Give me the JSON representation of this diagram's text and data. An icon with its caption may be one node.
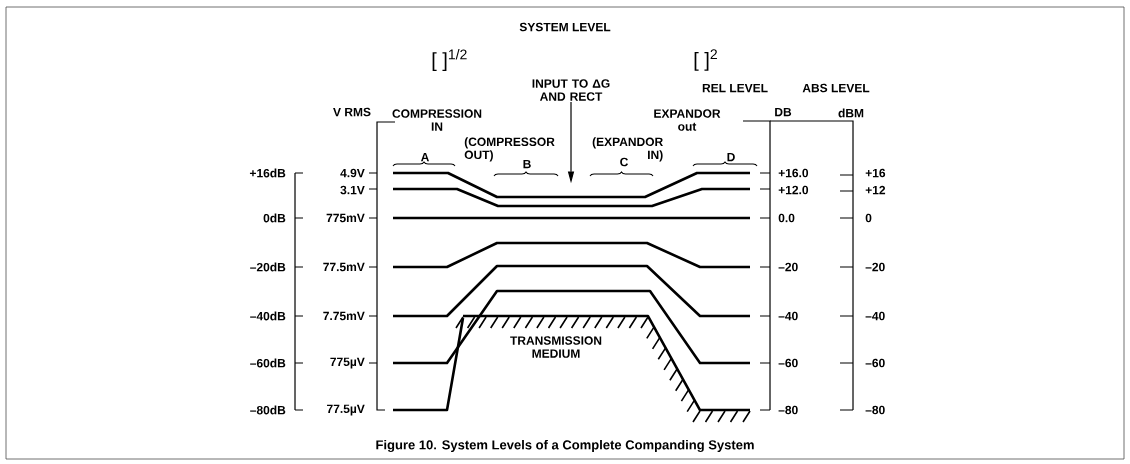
{
  "diagram": {
    "title": "SYSTEM LEVEL",
    "caption": "Figure 10. System Levels of a Complete Companding System",
    "nodes": [
      {
        "text": [
          "INPUT TO ΔG AND RECT"
        ]
      },
      {
        "text": [],
        "shape": "line"
      }
    ],
    "edges": [
      {
        "from": 0,
        "to": 1,
        "arrow": "to"
      }
    ],
    "labels": [
      "[ ]$^{1/2}$",
      "[ ]$^{2}$",
      "REL LEVEL",
      "ABS LEVEL",
      "V RMS",
      "COMPRESSION IN",
      "EXPANDOR out",
      "DB",
      "dBM",
      "(COMPRESSOR OUT)",
      "(EXPANDOR IN)",
      "A",
      "B",
      "C",
      "D",
      "+16dB",
      "4.9V",
      "+16.0",
      "+16",
      "3.1V",
      "+12.0",
      "+12",
      "0dB",
      "775mV",
      "0.0",
      "0",
      "–20dB",
      "77.5mV",
      "–20",
      "–20",
      "–40dB",
      "7.75mV",
      "–40",
      "–40",
      "–60dB",
      "775µV",
      "–60",
      "–60",
      "–80dB",
      "77.5µV",
      "–80",
      "–80",
      "TRANSMISSION MEDIUM"
    ]
  }
}
